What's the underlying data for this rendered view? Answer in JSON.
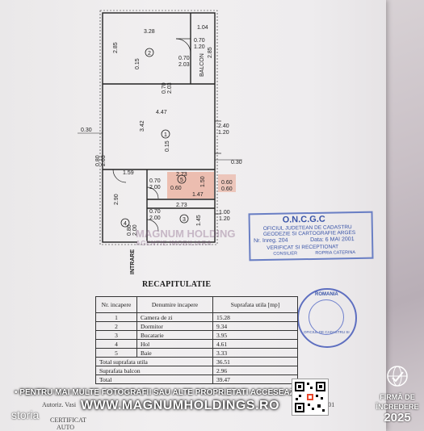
{
  "plan": {
    "dims": {
      "top_width": "3.28",
      "right_top_width": "1.04",
      "room2_height": "2.85",
      "room2_inner": "0.15",
      "door1_w": "0.70",
      "door1_h": "2.03",
      "door2_w": "0.70",
      "door2_h": "1.20",
      "balcony_height": "2.85",
      "small_w": "0.70",
      "small_h": "2.03",
      "room1_width": "4.47",
      "left_offset": "0.30",
      "room1_height": "3.42",
      "room1_inner": "0.15",
      "window_w": "2.40",
      "window_h": "1.20",
      "right_offset": "0.30",
      "side_door_w": "0.80",
      "side_door_h": "2.03",
      "hall_width": "1.59",
      "bath_width": "2.73",
      "bath_d1_w": "0.70",
      "bath_d1_h": "2.00",
      "bath_d2_w": "0.60",
      "bath_d2_h": "1.47",
      "bath_height": "1.50",
      "bath_win_w": "0.60",
      "bath_win_h": "0.60",
      "hall_height": "2.90",
      "kitchen_width": "2.73",
      "kitchen_d_w": "0.70",
      "kitchen_d_h": "2.00",
      "kitchen_height": "1.45",
      "kitchen_win_w": "1.00",
      "kitchen_win_h": "1.20",
      "entry_w": "0.80",
      "entry_h": "2.00"
    },
    "room_numbers": [
      "1",
      "2",
      "3",
      "4",
      "5"
    ],
    "balcony_label": "BALCON",
    "entry_label": "INTRARE"
  },
  "recap": {
    "title": "RECAPITULATIE",
    "headers": [
      "Nr. incapere",
      "Denumire incapere",
      "Suprafata utila [mp]"
    ],
    "rows": [
      [
        "1",
        "Camera de zi",
        "15.28"
      ],
      [
        "2",
        "Dormitor",
        "9.34"
      ],
      [
        "3",
        "Bucatarie",
        "3.95"
      ],
      [
        "4",
        "Hol",
        "4.61"
      ],
      [
        "5",
        "Baie",
        "3.33"
      ]
    ],
    "totals": [
      [
        "Total suprafata utila",
        "36.51"
      ],
      [
        "Suprafata balcon",
        "2.96"
      ],
      [
        "Total",
        "39.47"
      ]
    ]
  },
  "stamps": {
    "oncgc_title": "O.N.C.G.C",
    "oncgc_line1": "OFICIUL JUDETEAN DE CADASTRU",
    "oncgc_line2": "GEODEZIE SI CARTOGRAFIE ARGES",
    "oncgc_reg": "Nr. Inreg. 204",
    "oncgc_date": "Data: 6 MAI 2001",
    "oncgc_verified": "VERIFICAT SI RECEPTIONAT",
    "oncgc_role": "CONSILIER",
    "oncgc_person": "ROPRIA CATERINA",
    "round_country": "ROMANIA",
    "round_text": "OFICIUL DE CADASTRU SI"
  },
  "watermark": {
    "name": "MAGNUM HOLDING",
    "sub": "AGENTIE IMOBILIARA"
  },
  "bottom": {
    "banner_line1": "• PENTRU MAI MULTE FOTOGRAFII SAU ALTE PROPRIETATI ACCESEAZĂ",
    "banner_line2": "WWW.MAGNUMHOLDINGS.RO",
    "storia": "storia",
    "badge_line1": "FIRMĂ DE",
    "badge_line2": "ÎNCREDERE",
    "badge_year": "2025",
    "doc_date": "05/2001",
    "faint_cert": "CERTIFICAT",
    "faint_aut": "AUTO",
    "faint_auth": "Autoriz. Vasi"
  }
}
